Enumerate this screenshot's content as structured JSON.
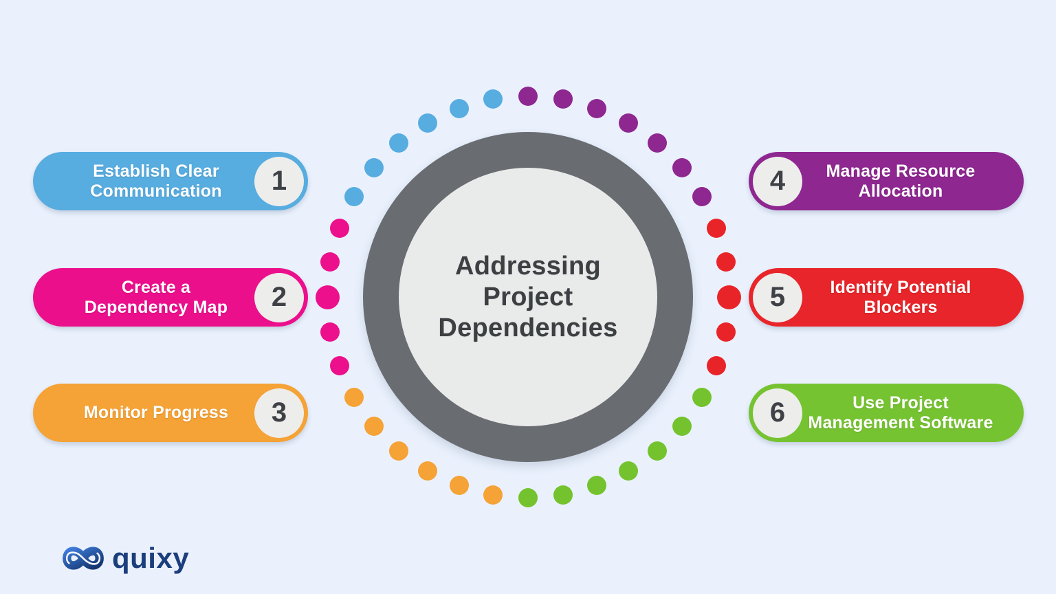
{
  "background_color": "#EAF1FD",
  "center": {
    "title": "Addressing\nProject\nDependencies",
    "ring_color": "#696C70",
    "inner_color": "#E9EAEA",
    "text_color": "#3C4043"
  },
  "items": [
    {
      "number": "1",
      "label": "Establish Clear\nCommunication",
      "color": "#57ACE0",
      "side": "left"
    },
    {
      "number": "2",
      "label": "Create a\nDependency Map",
      "color": "#EC0F8C",
      "side": "left"
    },
    {
      "number": "3",
      "label": "Monitor Progress",
      "color": "#F5A236",
      "side": "left"
    },
    {
      "number": "4",
      "label": "Manage Resource\nAllocation",
      "color": "#8E2790",
      "side": "right"
    },
    {
      "number": "5",
      "label": "Identify Potential\nBlockers",
      "color": "#E8252A",
      "side": "right"
    },
    {
      "number": "6",
      "label": "Use Project\nManagement Software",
      "color": "#76C331",
      "side": "right"
    }
  ],
  "number_badge": {
    "background": "#EDEDEC",
    "text_color": "#3E4146"
  },
  "dot_ring": {
    "segments": [
      {
        "name": "pink",
        "color": "#EC108C",
        "angles": [
          160,
          170,
          180,
          190,
          200
        ]
      },
      {
        "name": "blue",
        "color": "#57ACE0",
        "angles": [
          210,
          220,
          230,
          240,
          250,
          260
        ]
      },
      {
        "name": "purple",
        "color": "#8E2790",
        "angles": [
          270,
          280,
          290,
          300,
          310,
          320,
          330
        ]
      },
      {
        "name": "red",
        "color": "#E92428",
        "angles": [
          340,
          350,
          0,
          10,
          20
        ]
      },
      {
        "name": "green",
        "color": "#74C32E",
        "angles": [
          30,
          40,
          50,
          60,
          70,
          80,
          90
        ]
      },
      {
        "name": "orange",
        "color": "#F5A236",
        "angles": [
          100,
          110,
          120,
          130,
          140,
          150
        ]
      }
    ],
    "large_dot_angles": [
      0,
      180
    ]
  },
  "logo": {
    "text": "quixy",
    "text_color": "#1B3E7C",
    "icon": "infinity-icon",
    "icon_colors": [
      "#3D79D8",
      "#14366F"
    ]
  }
}
